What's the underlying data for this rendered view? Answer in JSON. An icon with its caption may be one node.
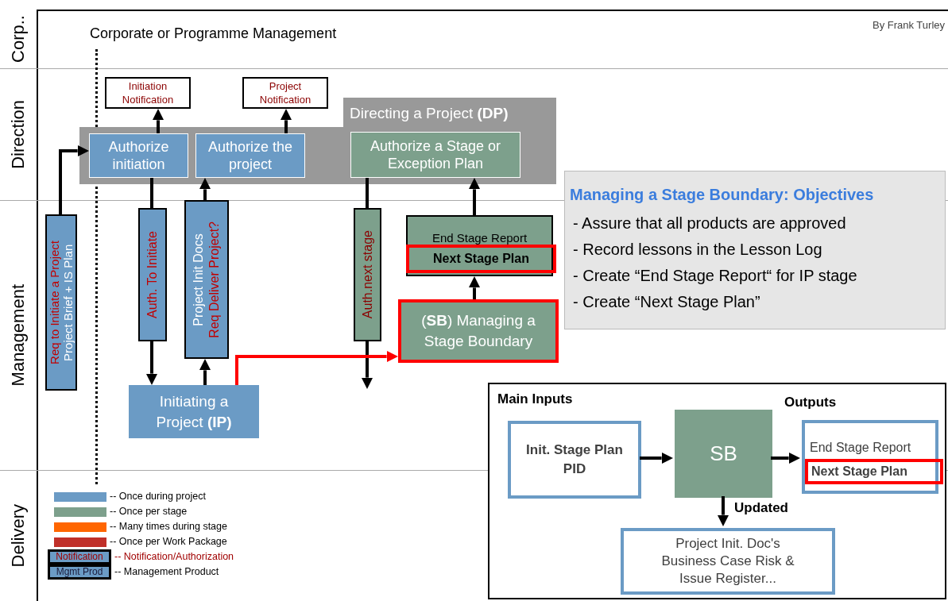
{
  "diagram": {
    "nodes": [
      {
        "text": [
          "Initiation Notification"
        ]
      },
      {
        "text": [
          "Project Notification"
        ]
      },
      {
        "text": [
          "Directing a Project **(DP)**"
        ]
      },
      {
        "text": [
          "Authorize initiation"
        ],
        "in": 2
      },
      {
        "text": [
          "Authorize the project"
        ],
        "in": 2
      },
      {
        "text": [
          "Authorize a Stage or Exception Plan"
        ],
        "in": 2
      },
      {
        "text": [
          "Req to Initiate a Project",
          "Project Brief + IS Plan"
        ]
      },
      {
        "text": [
          "Auth. To Initiate"
        ]
      },
      {
        "text": [
          "Project Init Docs",
          "Req Deliver Project?"
        ]
      },
      {
        "text": [
          "Auth.next stage"
        ]
      },
      {
        "text": [
          "End Stage Report"
        ]
      },
      {
        "text": [
          "Next Stage Plan"
        ],
        "in": 10
      },
      {
        "text": [
          "(**SB**) Managing a Stage Boundary"
        ]
      },
      {
        "text": [
          "Initiating a Project **(IP)**"
        ]
      },
      {
        "text": [
          "Managing a Stage Boundary: Objectives",
          "- Assure that all products are approved",
          "- Record lessons in the Lesson Log",
          "- Create “End Stage Report“ for IP stage",
          "- Create “Next Stage Plan”"
        ]
      },
      {
        "text": [
          "Main Inputs",
          "Outputs"
        ]
      },
      {
        "text": [
          "Init. Stage Plan PID"
        ],
        "in": 15
      },
      {
        "text": [
          "SB"
        ],
        "in": 15
      },
      {
        "text": [
          "End Stage Report"
        ],
        "in": 15
      },
      {
        "text": [
          "Next Stage Plan"
        ],
        "in": 18
      },
      {
        "text": [
          "Project Init. Doc's Business Case Risk & Issue Register..."
        ],
        "in": 15
      }
    ],
    "edges": [
      {
        "from": 6,
        "to": 3,
        "arrow": "to"
      },
      {
        "from": 3,
        "to": 0,
        "arrow": "to"
      },
      {
        "from": 3,
        "to": 7,
        "arrow": "none"
      },
      {
        "from": 7,
        "to": 13,
        "arrow": "to"
      },
      {
        "from": 13,
        "to": 8,
        "arrow": "to"
      },
      {
        "from": 8,
        "to": 4,
        "arrow": "to"
      },
      {
        "from": 4,
        "to": 1,
        "arrow": "to"
      },
      {
        "from": 5,
        "to": 9,
        "arrow": "none"
      },
      {
        "from": 9,
        "to": null,
        "arrow": "to"
      },
      {
        "from": 13,
        "to": 12,
        "arrow": "to",
        "color": "#ff0000"
      },
      {
        "from": 12,
        "to": 10,
        "arrow": "to"
      },
      {
        "from": 10,
        "to": 5,
        "arrow": "to"
      },
      {
        "from": 16,
        "to": 17,
        "arrow": "to"
      },
      {
        "from": 17,
        "to": 18,
        "arrow": "to"
      },
      {
        "from": 17,
        "to": 20,
        "arrow": "to",
        "label": "Updated"
      }
    ],
    "labels": [
      "Corp..",
      "Direction",
      "Management",
      "Delivery",
      "Corporate or Programme Management",
      "By Frank Turley",
      "Notification",
      "Mgmt Prod"
    ],
    "legend": [
      {
        "text": "-- Once during project",
        "color": "#6b9bc5"
      },
      {
        "text": "-- Once per stage",
        "color": "#7da08c"
      },
      {
        "text": "-- Many times during stage",
        "color": "#ff6600"
      },
      {
        "text": "-- Once per Work Package",
        "color": "#c0302a"
      },
      {
        "text": "-- Notification/Authorization"
      },
      {
        "text": "-- Management Product"
      }
    ]
  }
}
